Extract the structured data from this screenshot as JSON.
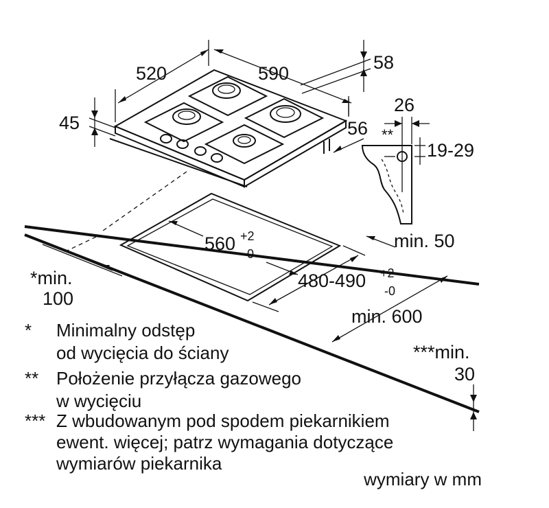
{
  "dimensions": {
    "hob_width": "520",
    "hob_depth": "590",
    "hob_height_total": "58",
    "hob_height_body": "45",
    "hob_rear_offset": "56",
    "gas_conn_offset": "26",
    "gas_conn_marker": "**",
    "gas_conn_range": "19-29",
    "cutout_width": "560",
    "cutout_width_tol_plus": "+2",
    "cutout_width_tol_minus": "-0",
    "cutout_depth": "480-490",
    "cutout_depth_tol_plus": "+2",
    "cutout_depth_tol_minus": "-0",
    "min_front": "min. 50",
    "min_wall_line1": "*min.",
    "min_wall_line2": "100",
    "min_worktop": "min. 600",
    "min_below_line1": "***min.",
    "min_below_line2": "30"
  },
  "legend": [
    {
      "marker": "*",
      "lines": [
        "Minimalny odstęp",
        "od wycięcia do ściany"
      ]
    },
    {
      "marker": "**",
      "lines": [
        "Położenie przyłącza gazowego",
        "w wycięciu"
      ]
    },
    {
      "marker": "***",
      "lines": [
        "Z wbudowanym pod spodem piekarnikiem",
        "ewent. więcej; patrz wymagania dotyczące",
        "wymiarów piekarnika"
      ]
    }
  ],
  "units_note": "wymiary w mm"
}
